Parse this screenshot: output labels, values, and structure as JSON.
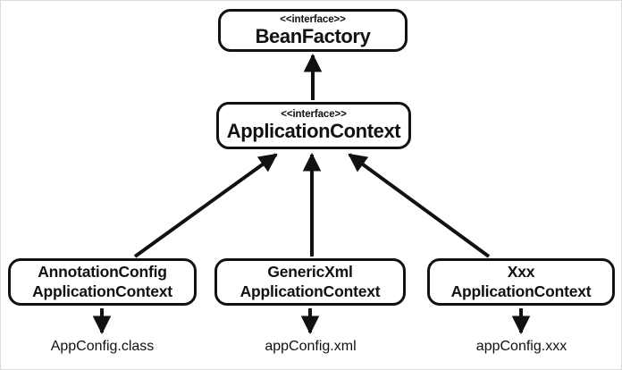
{
  "diagram": {
    "title": "Spring BeanFactory / ApplicationContext hierarchy",
    "stroke_color": "#111111",
    "background_color": "#ffffff",
    "frame_border_color": "#dcdcdc"
  },
  "nodes": {
    "bean_factory": {
      "stereotype": "<<interface>>",
      "name": "BeanFactory"
    },
    "application_context": {
      "stereotype": "<<interface>>",
      "name": "ApplicationContext"
    },
    "annotation_config": {
      "line1": "AnnotationConfig",
      "line2": "ApplicationContext"
    },
    "generic_xml": {
      "line1": "GenericXml",
      "line2": "ApplicationContext"
    },
    "xxx": {
      "line1": "Xxx",
      "line2": "ApplicationContext"
    }
  },
  "file_labels": {
    "annotation_config_file": "AppConfig.class",
    "generic_xml_file": "appConfig.xml",
    "xxx_file": "appConfig.xxx"
  },
  "edges": [
    {
      "from": "ApplicationContext",
      "to": "BeanFactory",
      "kind": "generalization-arrow"
    },
    {
      "from": "AnnotationConfigApplicationContext",
      "to": "ApplicationContext",
      "kind": "generalization-arrow"
    },
    {
      "from": "GenericXmlApplicationContext",
      "to": "ApplicationContext",
      "kind": "generalization-arrow"
    },
    {
      "from": "XxxApplicationContext",
      "to": "ApplicationContext",
      "kind": "generalization-arrow"
    },
    {
      "from": "AnnotationConfigApplicationContext",
      "to": "AppConfig.class",
      "kind": "uses-arrow"
    },
    {
      "from": "GenericXmlApplicationContext",
      "to": "appConfig.xml",
      "kind": "uses-arrow"
    },
    {
      "from": "XxxApplicationContext",
      "to": "appConfig.xxx",
      "kind": "uses-arrow"
    }
  ]
}
